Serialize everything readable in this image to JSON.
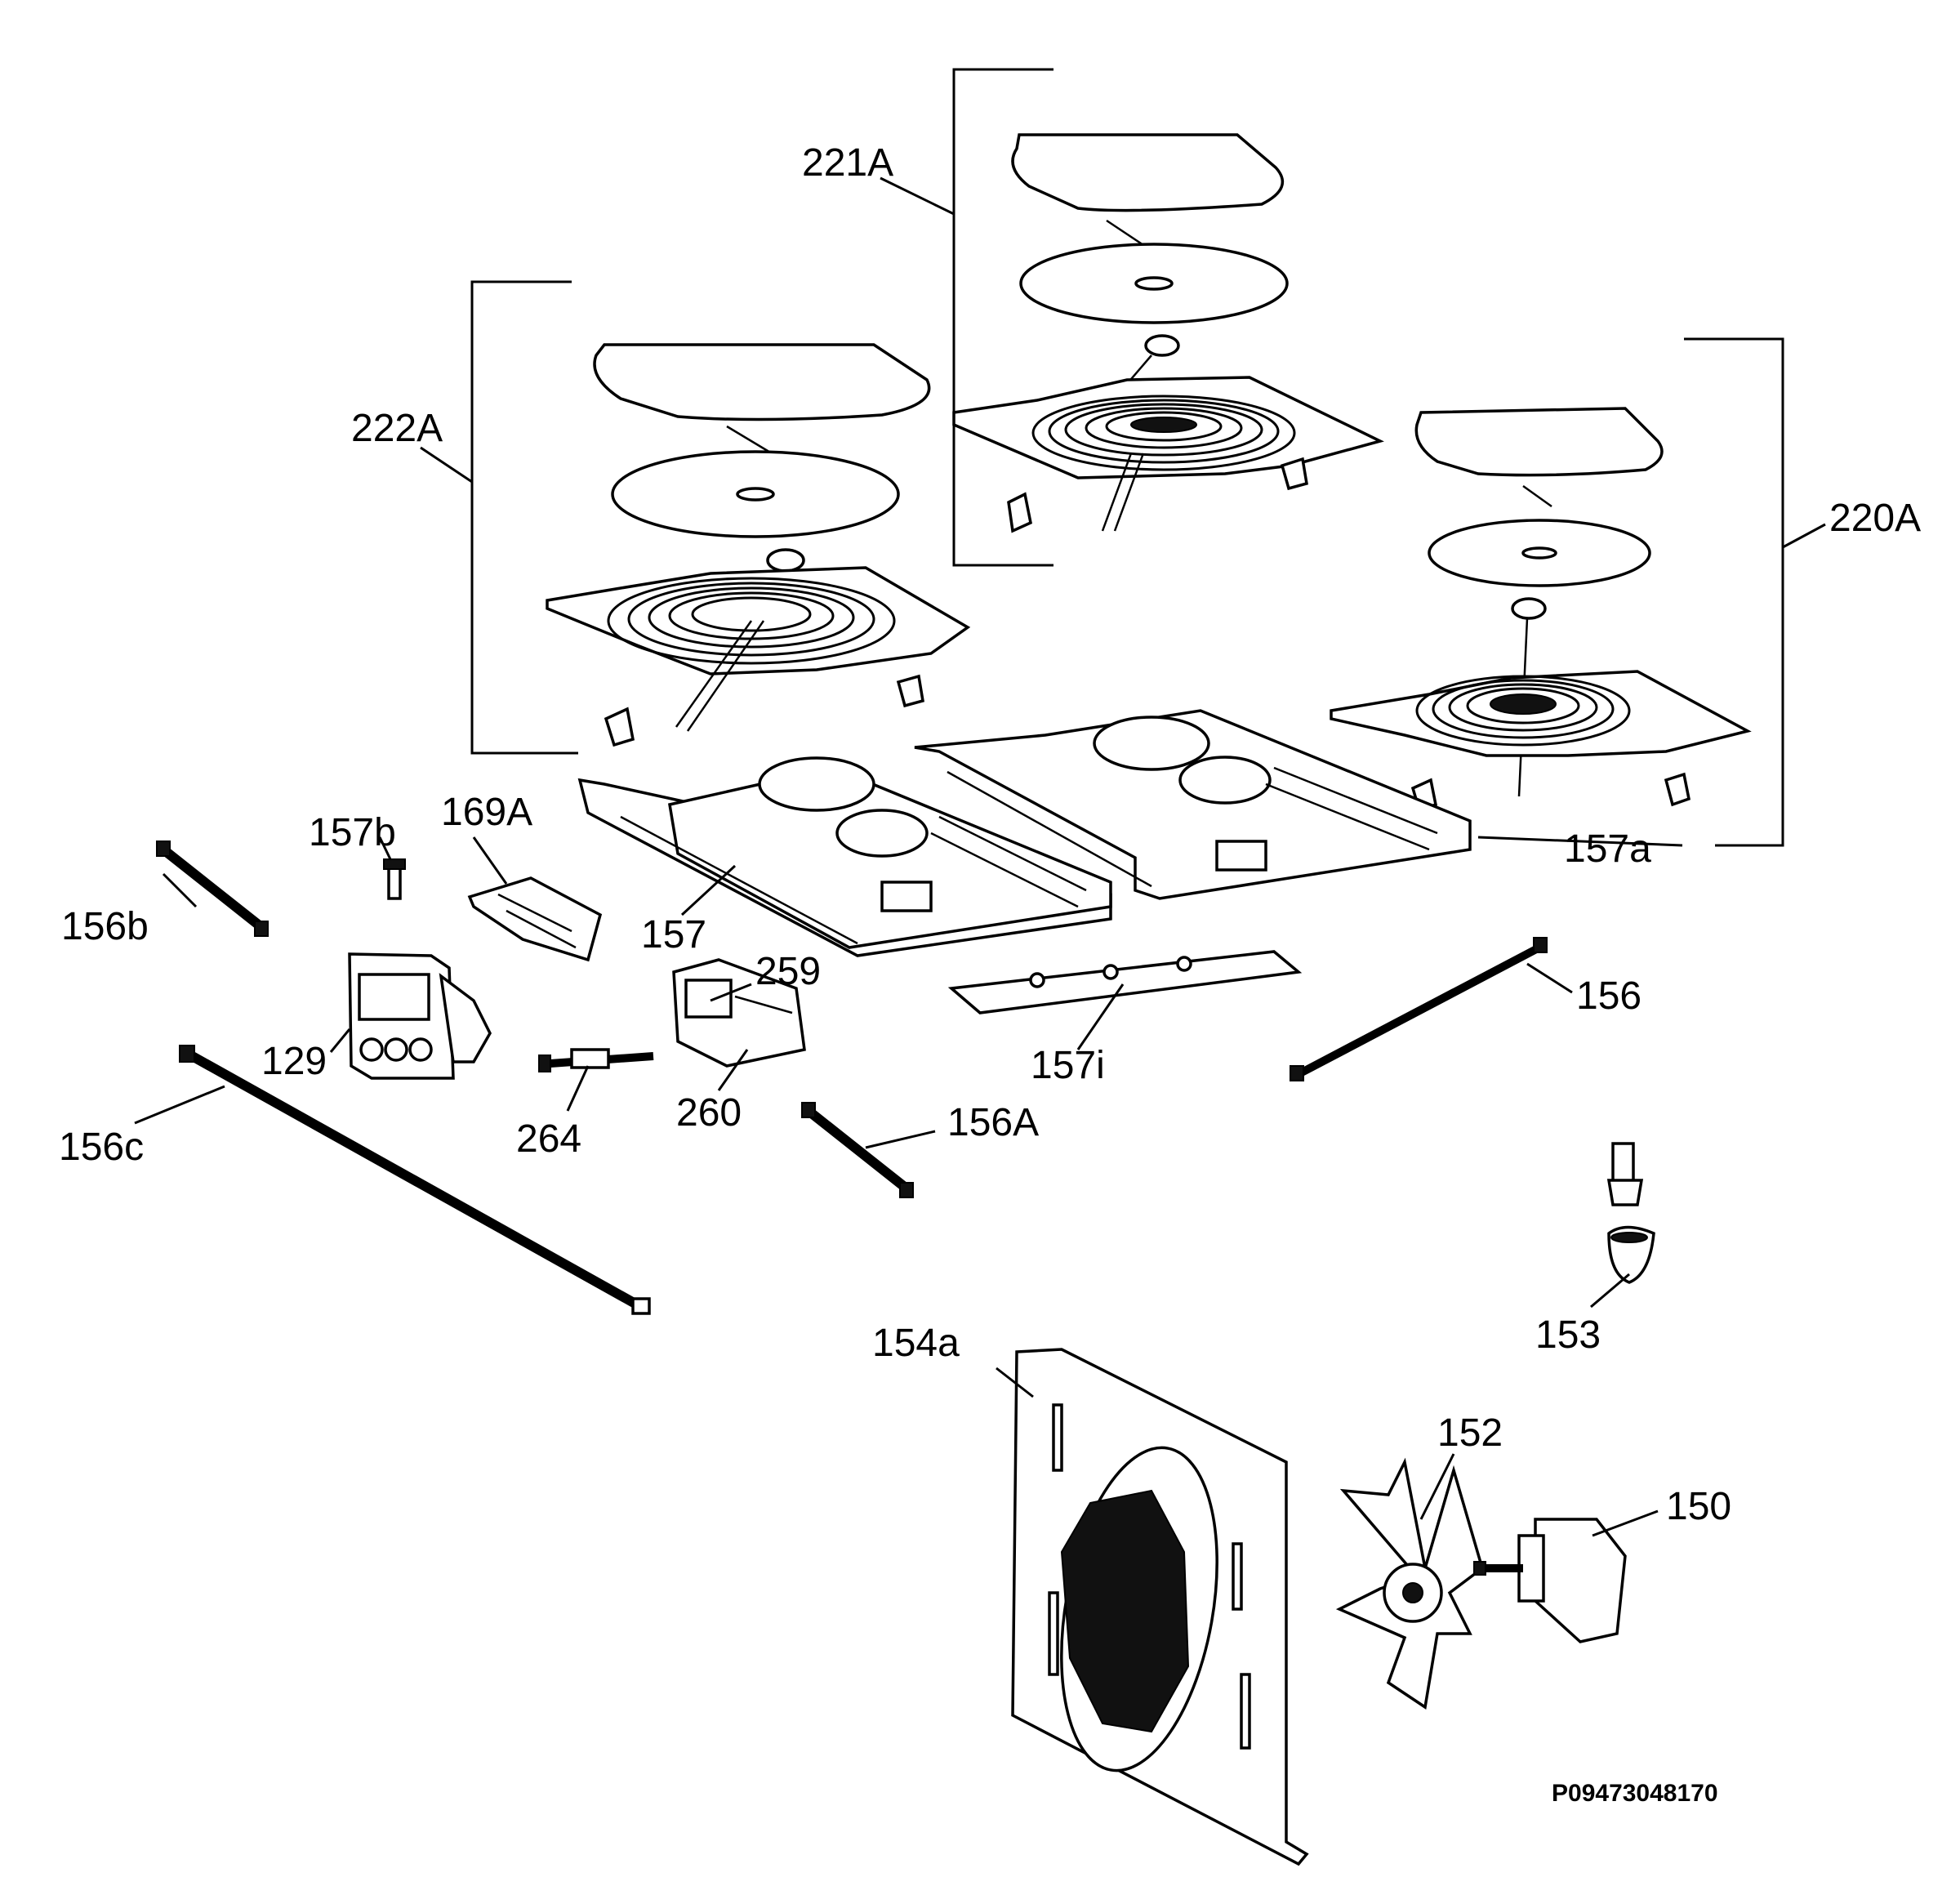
{
  "labels": {
    "l221A": "221A",
    "l222A": "222A",
    "l220A": "220A",
    "l157a": "157a",
    "l157b": "157b",
    "l169A": "169A",
    "l156b": "156b",
    "l157": "157",
    "l259": "259",
    "l156": "156",
    "l129": "129",
    "l157i": "157i",
    "l264": "264",
    "l260": "260",
    "l156c": "156c",
    "l156A": "156A",
    "l153": "153",
    "l154a": "154a",
    "l152": "152",
    "l150": "150"
  },
  "drawing_code": "P09473048170"
}
